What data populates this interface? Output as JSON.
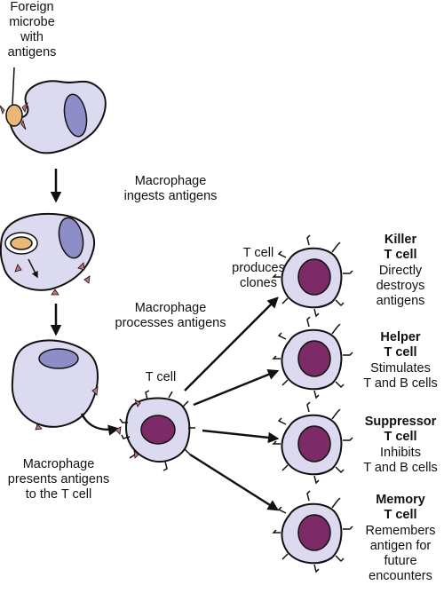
{
  "colors": {
    "cell_fill": "#dcdaf0",
    "nucleus_fill": "#8f8dc7",
    "tcell_nucleus": "#7c2a68",
    "microbe_fill": "#e9b877",
    "antigen": "#c8707c",
    "outline": "#111111"
  },
  "steps": {
    "microbe": "Foreign\nmicrobe\nwith\nantigens",
    "ingest": "Macrophage\ningests antigens",
    "process": "Macrophage\nprocesses antigens",
    "present": "Macrophage\npresents antigens\nto the T cell",
    "tcell": "T cell",
    "clones": "T cell\nproduces\nclones"
  },
  "types": [
    {
      "name": "Killer\nT cell",
      "desc": "Directly\ndestroys\nantigens"
    },
    {
      "name": "Helper\nT cell",
      "desc": "Stimulates\nT and B cells"
    },
    {
      "name": "Suppressor\nT cell",
      "desc": "Inhibits\nT and B cells"
    },
    {
      "name": "Memory\nT cell",
      "desc": "Remembers\nantigen for\nfuture\nencounters"
    }
  ]
}
